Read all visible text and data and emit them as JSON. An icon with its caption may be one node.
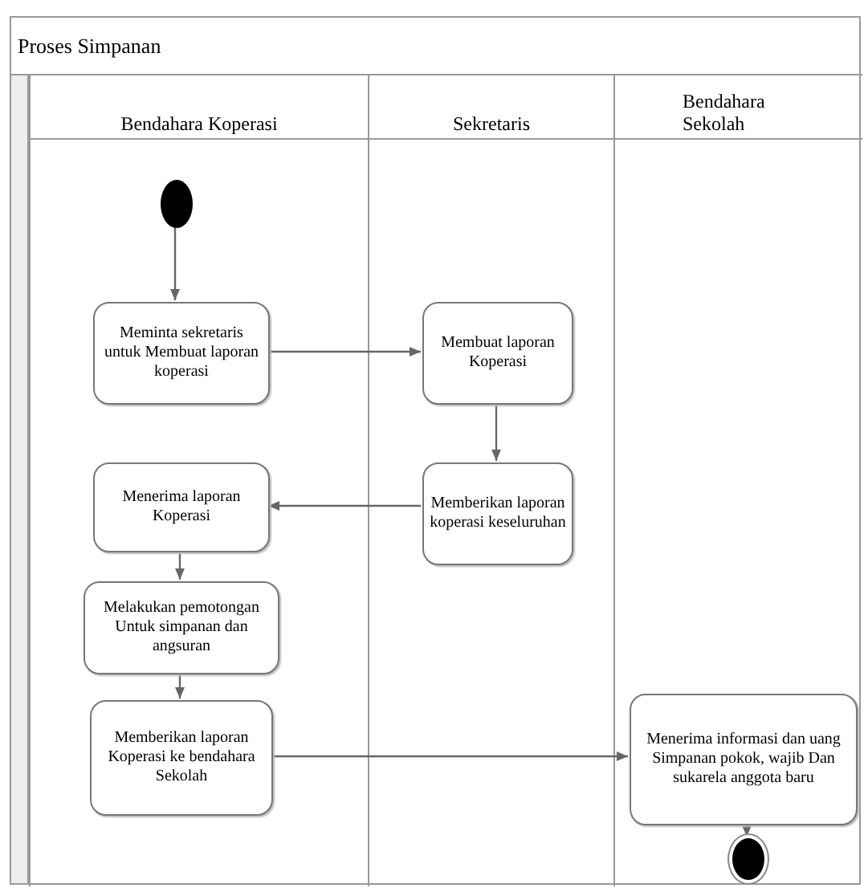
{
  "diagram": {
    "title": "Proses Simpanan",
    "nodes": [
      {
        "text": [
          "Bendahara Koperasi"
        ]
      },
      {
        "text": [
          "Sekretaris"
        ]
      },
      {
        "text": [
          "Bendahara Sekolah"
        ]
      },
      {
        "text": [],
        "shape": "circle",
        "in": 0
      },
      {
        "text": [
          "Meminta sekretaris untuk Membuat laporan koperasi"
        ],
        "in": 0
      },
      {
        "text": [
          "Membuat laporan Koperasi"
        ],
        "in": 1
      },
      {
        "text": [
          "Memberikan laporan koperasi keseluruhan"
        ],
        "in": 1
      },
      {
        "text": [
          "Menerima laporan Koperasi"
        ],
        "in": 0
      },
      {
        "text": [
          "Melakukan pemotongan Untuk simpanan dan angsuran"
        ],
        "in": 0
      },
      {
        "text": [
          "Memberikan laporan Koperasi ke bendahara Sekolah"
        ],
        "in": 0
      },
      {
        "text": [
          "Menerima informasi dan uang Simpanan pokok, wajib Dan sukarela anggota baru"
        ],
        "in": 2
      },
      {
        "text": [],
        "shape": "circle",
        "in": 2
      }
    ],
    "edges": [
      {
        "from": 3,
        "to": 4,
        "arrow": "to"
      },
      {
        "from": 4,
        "to": 5,
        "arrow": "to"
      },
      {
        "from": 5,
        "to": 6,
        "arrow": "to"
      },
      {
        "from": 6,
        "to": 7,
        "arrow": "to"
      },
      {
        "from": 7,
        "to": 8,
        "arrow": "to"
      },
      {
        "from": 8,
        "to": 9,
        "arrow": "to"
      },
      {
        "from": 9,
        "to": 10,
        "arrow": "to"
      },
      {
        "from": 10,
        "to": 11,
        "arrow": "to"
      }
    ]
  }
}
